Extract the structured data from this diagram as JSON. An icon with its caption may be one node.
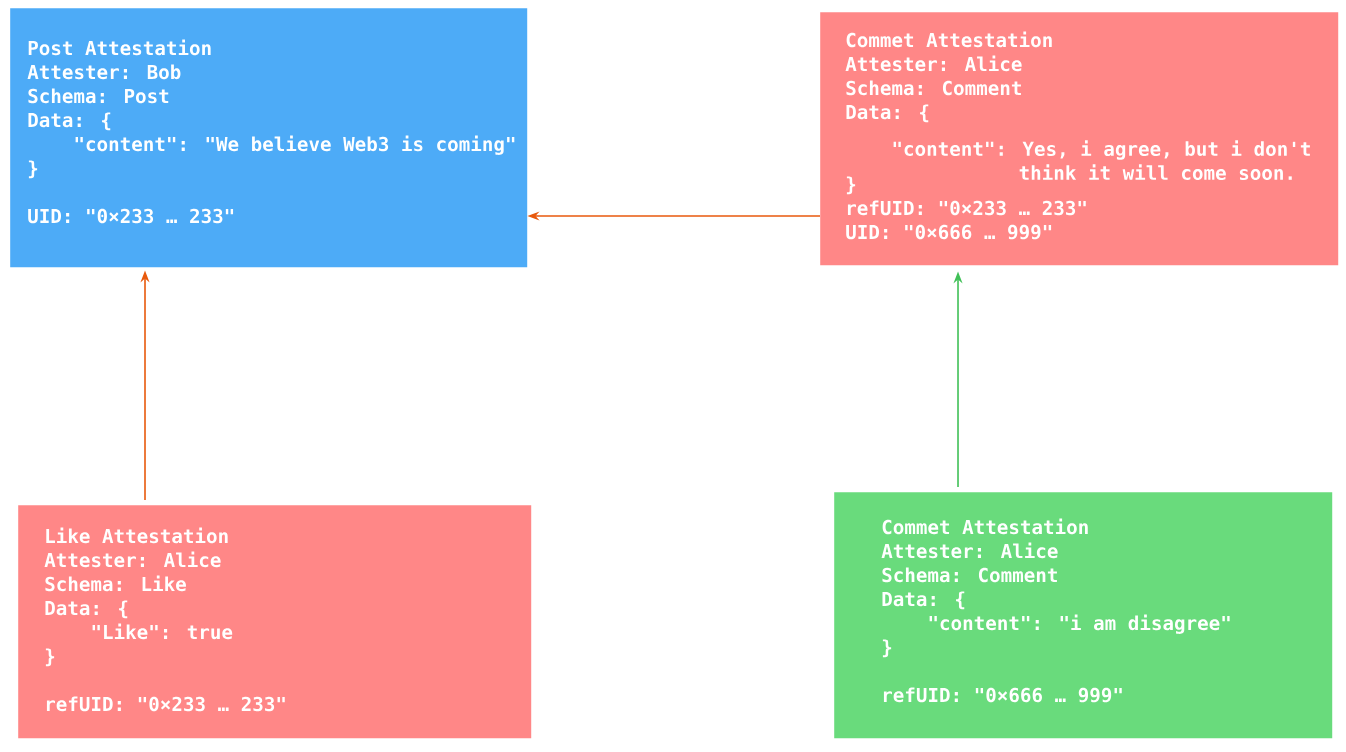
{
  "diagram": {
    "nodes": [
      {
        "text": [
          "Post Attestation",
          "Attester: Bob",
          "Schema: Post",
          "Data: {",
          "\"content\": \"We believe Web3 is coming\"",
          "}",
          "UID: \"0×233 … 233\""
        ]
      },
      {
        "text": [
          "Commet Attestation",
          "Attester: Alice",
          "Schema: Comment",
          "Data: {",
          "\"content\": Yes, i agree, but i don't think it will come soon.",
          "}",
          "refUID: \"0×233 … 233\"",
          "UID: \"0×666 … 999\""
        ]
      },
      {
        "text": [
          "Like Attestation",
          "Attester: Alice",
          "Schema: Like",
          "Data: {",
          "\"Like\": true",
          "}",
          "refUID: \"0×233 … 233\""
        ]
      },
      {
        "text": [
          "Commet Attestation",
          "Attester: Alice",
          "Schema: Comment",
          "Data: {",
          "\"content\": \"i am disagree\"",
          "}",
          "refUID: \"0×666 … 999\""
        ]
      }
    ],
    "edges": [
      {
        "from": 1,
        "to": 0,
        "arrow": "to"
      },
      {
        "from": 2,
        "to": 0,
        "arrow": "to"
      },
      {
        "from": 3,
        "to": 1,
        "arrow": "to",
        "color": "#40c057"
      }
    ]
  }
}
